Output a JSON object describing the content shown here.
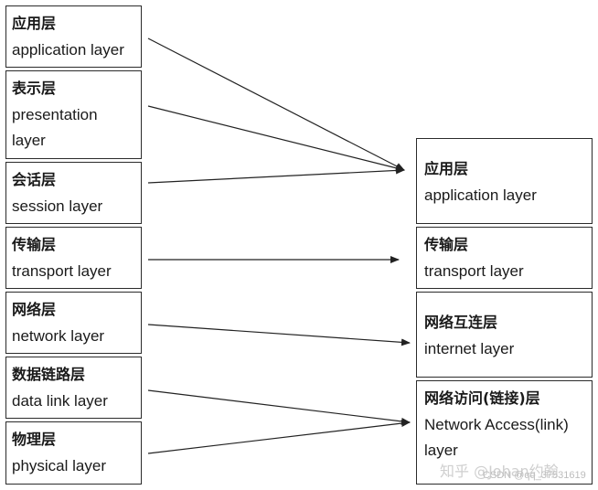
{
  "left_layers": [
    {
      "cn": "应用层",
      "en": "application layer"
    },
    {
      "cn": "表示层",
      "en": "presentation layer"
    },
    {
      "cn": "会话层",
      "en": "session layer"
    },
    {
      "cn": "传输层",
      "en": "transport layer"
    },
    {
      "cn": "网络层",
      "en": "network layer"
    },
    {
      "cn": "数据链路层",
      "en": "data link layer"
    },
    {
      "cn": "物理层",
      "en": "physical layer"
    }
  ],
  "right_layers": [
    {
      "cn": "应用层",
      "en": "application layer"
    },
    {
      "cn": "传输层",
      "en": "transport layer"
    },
    {
      "cn": "网络互连层",
      "en": "internet layer"
    },
    {
      "cn": "网络访问(链接)层",
      "en": "Network Access(link) layer"
    }
  ],
  "watermark": "知乎 @Johan约翰",
  "watermark2": "CSDN @qq_37531619"
}
